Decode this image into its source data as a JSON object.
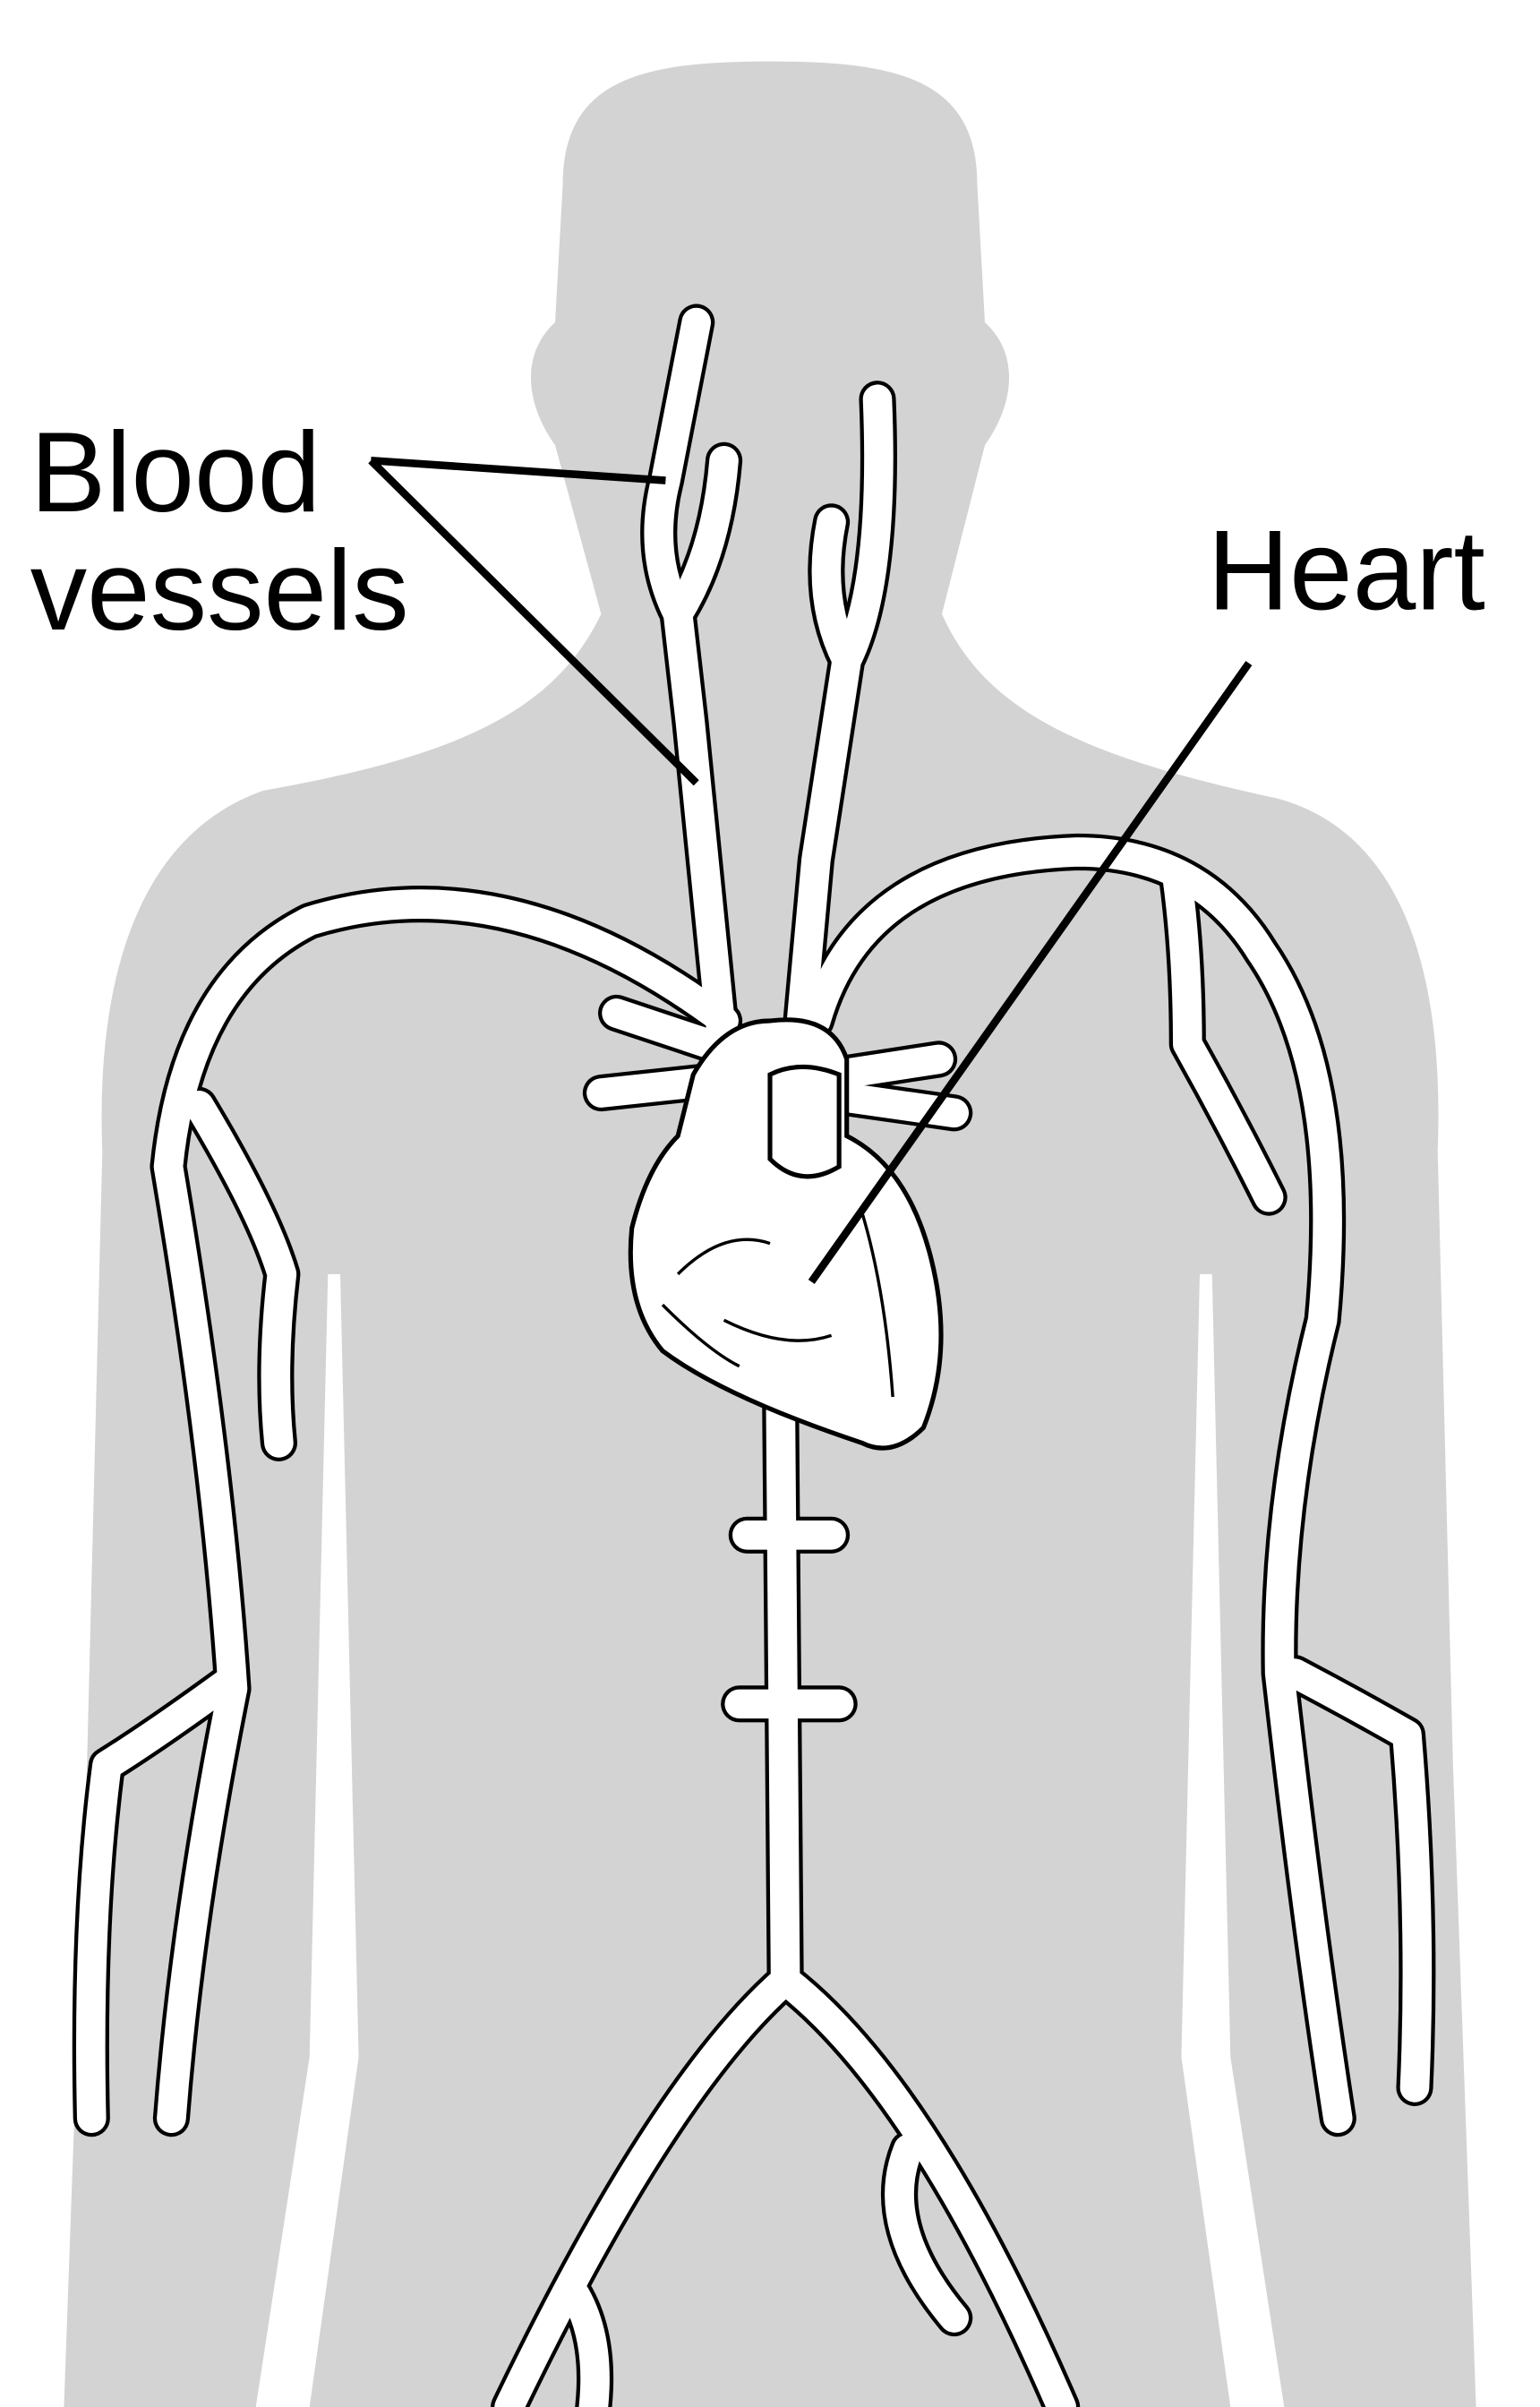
{
  "labels": {
    "blood_vessels_line1": "Blood",
    "blood_vessels_line2": "vessels",
    "heart": "Heart"
  },
  "colors": {
    "silhouette": "#d3d3d3",
    "vessel_fill": "#ffffff",
    "outline": "#000000"
  }
}
